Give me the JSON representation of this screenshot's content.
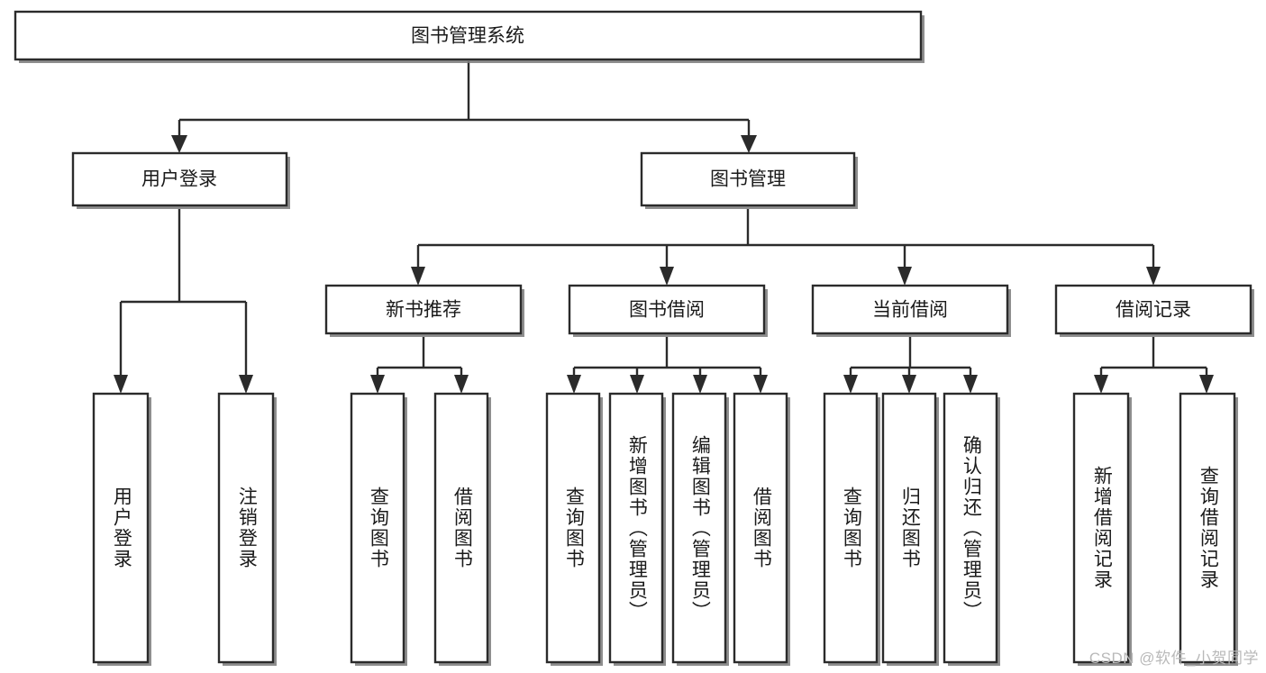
{
  "diagram": {
    "title": "图书管理系统",
    "type": "hierarchy-tree",
    "watermark": "CSDN @软件_小贺同学",
    "root": {
      "label": "图书管理系统"
    },
    "level1": [
      {
        "label": "用户登录"
      },
      {
        "label": "图书管理"
      }
    ],
    "level2": [
      {
        "label": "新书推荐"
      },
      {
        "label": "图书借阅"
      },
      {
        "label": "当前借阅"
      },
      {
        "label": "借阅记录"
      }
    ],
    "leaves": {
      "user_login": [
        {
          "label": "用户登录"
        },
        {
          "label": "注销登录"
        }
      ],
      "new_book_recommend": [
        {
          "label": "查询图书"
        },
        {
          "label": "借阅图书"
        }
      ],
      "book_borrow": [
        {
          "label": "查询图书"
        },
        {
          "label": "新增图书（管理员）"
        },
        {
          "label": "编辑图书（管理员）"
        },
        {
          "label": "借阅图书"
        }
      ],
      "current_borrow": [
        {
          "label": "查询图书"
        },
        {
          "label": "归还图书"
        },
        {
          "label": "确认归还（管理员）"
        }
      ],
      "borrow_record": [
        {
          "label": "新增借阅记录"
        },
        {
          "label": "查询借阅记录"
        }
      ]
    },
    "colors": {
      "stroke": "#2b2b2b",
      "fill": "#ffffff",
      "text": "#1a1a1a",
      "watermark": "#b9b9b9"
    }
  }
}
